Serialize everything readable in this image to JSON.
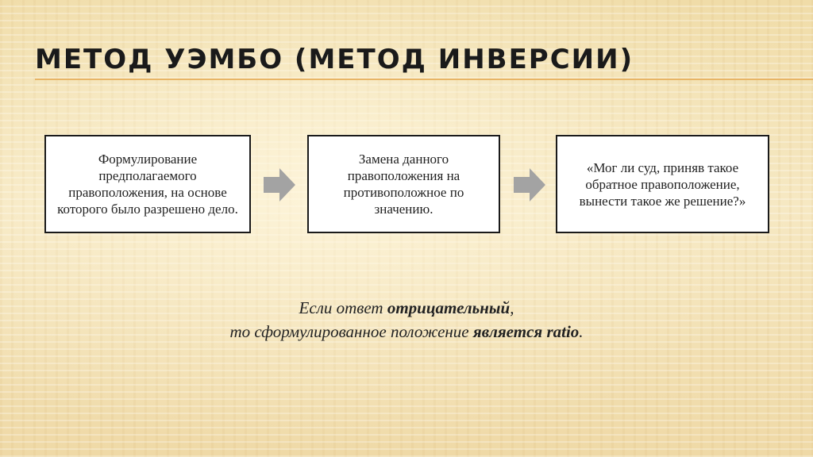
{
  "slide": {
    "title": "МЕТОД УЭМБО (МЕТОД ИНВЕРСИИ)",
    "steps": [
      "Формулирование предполагаемого правоположения, на основе которого было разрешено дело.",
      "Замена данного правоположения на противоположное по значению.",
      "«Мог ли суд, приняв такое обратное правоположение, вынести такое же решение?»"
    ],
    "conclusion": {
      "line1_start": "Если ответ ",
      "line1_bold": "отрицательный",
      "line1_end": ",",
      "line2_start": "то сформулированное положение ",
      "line2_bold": "является ratio",
      "line2_end": "."
    }
  },
  "colors": {
    "arrow": "#a3a3a3",
    "title_rule": "#e8b566",
    "box_border": "#1a1a1a"
  },
  "icons": [
    "arrow-right-icon",
    "arrow-right-icon"
  ]
}
